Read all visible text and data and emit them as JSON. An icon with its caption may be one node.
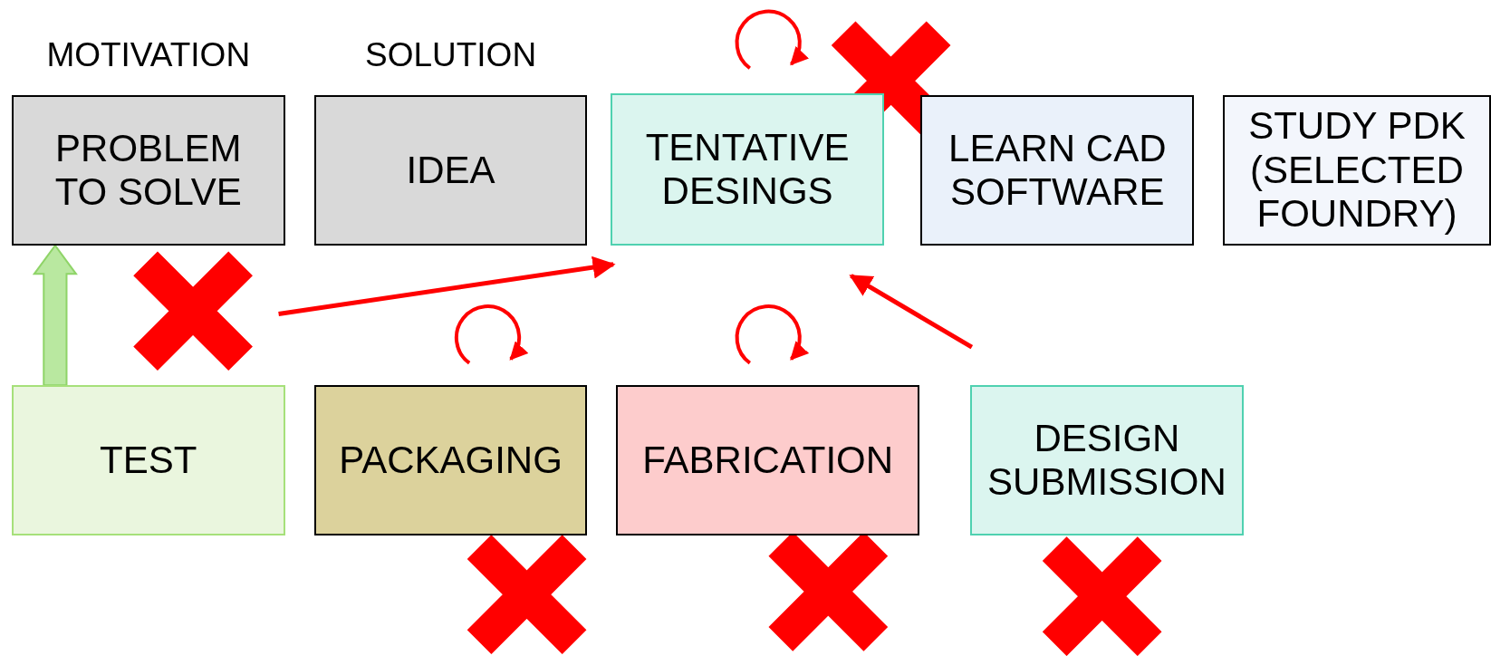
{
  "diagram": {
    "nodes": [
      {
        "text": [
          "PROBLEM TO SOLVE"
        ],
        "beside": [
          "MOTIVATION"
        ]
      },
      {
        "text": [
          "IDEA"
        ],
        "beside": [
          "SOLUTION"
        ]
      },
      {
        "text": [
          "TENTATIVE DESINGS"
        ]
      },
      {
        "text": [
          "LEARN CAD SOFTWARE"
        ]
      },
      {
        "text": [
          "STUDY PDK (SELECTED FOUNDRY)"
        ]
      },
      {
        "text": [
          "TEST"
        ]
      },
      {
        "text": [
          "PACKAGING"
        ]
      },
      {
        "text": [
          "FABRICATION"
        ]
      },
      {
        "text": [
          "DESIGN SUBMISSION"
        ]
      }
    ],
    "edges": [
      {
        "from": null,
        "to": 2,
        "arrow": "to"
      },
      {
        "from": null,
        "to": 2,
        "arrow": "to"
      },
      {
        "from": 5,
        "to": 0,
        "arrow": "to",
        "style": "thick",
        "color": "#b9e8a0"
      },
      {
        "from": 2,
        "to": 2,
        "arrow": "to"
      },
      {
        "from": 6,
        "to": 6,
        "arrow": "to"
      },
      {
        "from": 7,
        "to": 7,
        "arrow": "to"
      }
    ]
  }
}
